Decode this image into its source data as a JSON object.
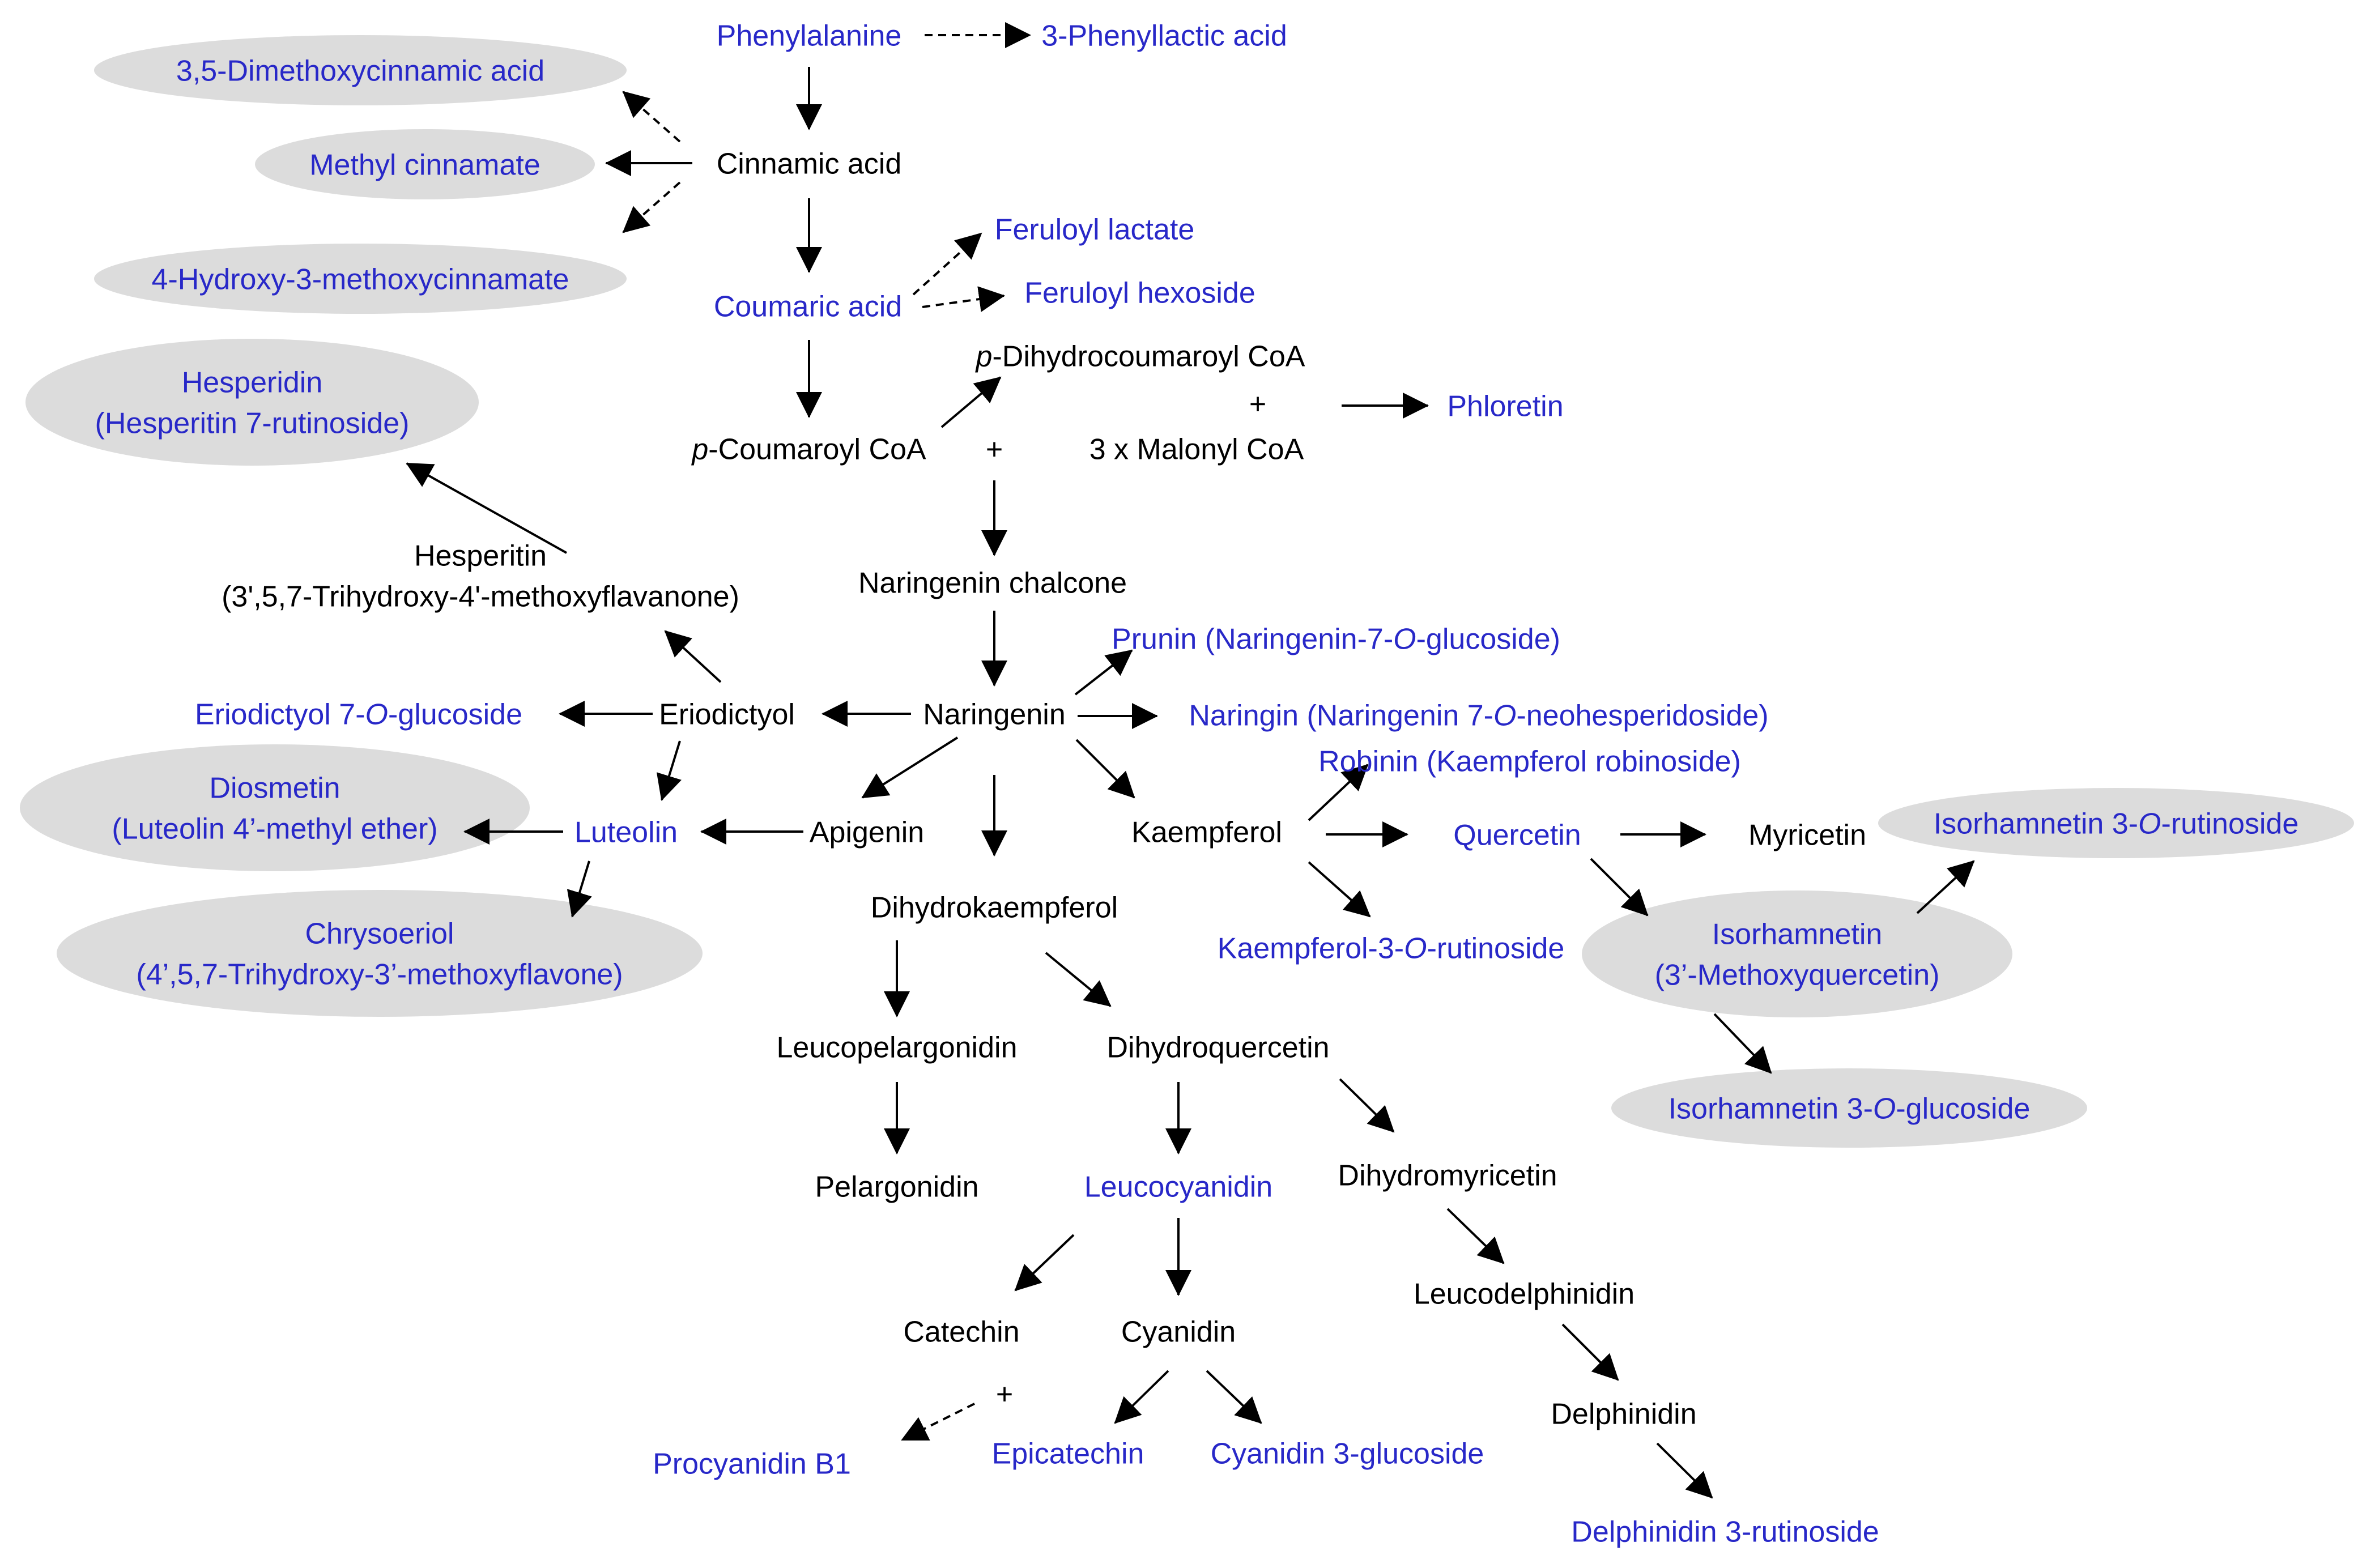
{
  "colors": {
    "identified": "#2828c8",
    "intermediate": "#000000",
    "highlight": "#dcdcdc",
    "arrow": "#000000"
  },
  "nodes": [
    {
      "id": "phenylalanine",
      "lines": [
        "Phenylalanine"
      ],
      "kind": "identified"
    },
    {
      "id": "phenyllactic",
      "lines": [
        "3-Phenyllactic acid"
      ],
      "kind": "identified"
    },
    {
      "id": "dimethoxycinnamic",
      "lines": [
        "3,5-Dimethoxycinnamic acid"
      ],
      "kind": "identified",
      "highlighted": true
    },
    {
      "id": "cinnamic",
      "lines": [
        "Cinnamic acid"
      ],
      "kind": "intermediate"
    },
    {
      "id": "methylcinnamate",
      "lines": [
        "Methyl  cinnamate"
      ],
      "kind": "identified",
      "highlighted": true
    },
    {
      "id": "hydroxymethoxycinnamate",
      "lines": [
        "4-Hydroxy-3-methoxycinnamate"
      ],
      "kind": "identified",
      "highlighted": true
    },
    {
      "id": "feruloyllactate",
      "lines": [
        "Feruloyl lactate"
      ],
      "kind": "identified"
    },
    {
      "id": "feruloylhexoside",
      "lines": [
        "Feruloyl hexoside"
      ],
      "kind": "identified"
    },
    {
      "id": "coumaric",
      "lines": [
        "Coumaric acid"
      ],
      "kind": "identified"
    },
    {
      "id": "dihydrocoumaroyl",
      "lines": [
        [
          {
            "t": "p",
            "i": true
          },
          {
            "t": "-Dihydrocoumaroyl CoA"
          }
        ]
      ],
      "kind": "intermediate"
    },
    {
      "id": "plus1",
      "lines": [
        "+"
      ],
      "kind": "intermediate"
    },
    {
      "id": "phloretin",
      "lines": [
        "Phloretin"
      ],
      "kind": "identified"
    },
    {
      "id": "hesperidin",
      "lines": [
        "Hesperidin",
        "(Hesperitin 7-rutinoside)"
      ],
      "kind": "identified",
      "highlighted": true
    },
    {
      "id": "coumaroylcoa",
      "lines": [
        [
          {
            "t": "p",
            "i": true
          },
          {
            "t": "-Coumaroyl CoA"
          }
        ]
      ],
      "kind": "intermediate"
    },
    {
      "id": "plus2",
      "lines": [
        "+"
      ],
      "kind": "intermediate"
    },
    {
      "id": "malonyl",
      "lines": [
        "3 x  Malonyl  CoA"
      ],
      "kind": "intermediate"
    },
    {
      "id": "hesperitin",
      "lines": [
        "Hesperitin",
        "(3',5,7-Trihydroxy-4'-methoxyflavanone)"
      ],
      "kind": "intermediate"
    },
    {
      "id": "chalcone",
      "lines": [
        "Naringenin chalcone"
      ],
      "kind": "intermediate"
    },
    {
      "id": "prunin",
      "lines": [
        [
          {
            "t": "Prunin (Naringenin-7-"
          },
          {
            "t": "O",
            "i": true
          },
          {
            "t": "-glucoside)"
          }
        ]
      ],
      "kind": "identified"
    },
    {
      "id": "eriodictyolglucoside",
      "lines": [
        [
          {
            "t": "Eriodictyol 7-"
          },
          {
            "t": "O",
            "i": true
          },
          {
            "t": "-glucoside"
          }
        ]
      ],
      "kind": "identified"
    },
    {
      "id": "eriodictyol",
      "lines": [
        "Eriodictyol"
      ],
      "kind": "intermediate"
    },
    {
      "id": "naringenin",
      "lines": [
        "Naringenin"
      ],
      "kind": "intermediate"
    },
    {
      "id": "naringin",
      "lines": [
        [
          {
            "t": "Naringin (Naringenin 7-"
          },
          {
            "t": "O",
            "i": true
          },
          {
            "t": "-neohesperidoside)"
          }
        ]
      ],
      "kind": "identified"
    },
    {
      "id": "robinin",
      "lines": [
        "Robinin (Kaempferol robinoside)"
      ],
      "kind": "identified"
    },
    {
      "id": "diosmetin",
      "lines": [
        "Diosmetin",
        "(Luteolin 4’-methyl ether)"
      ],
      "kind": "identified",
      "highlighted": true
    },
    {
      "id": "luteolin",
      "lines": [
        "Luteolin"
      ],
      "kind": "identified"
    },
    {
      "id": "apigenin",
      "lines": [
        "Apigenin"
      ],
      "kind": "intermediate"
    },
    {
      "id": "kaempferol",
      "lines": [
        "Kaempferol"
      ],
      "kind": "intermediate"
    },
    {
      "id": "quercetin",
      "lines": [
        "Quercetin"
      ],
      "kind": "identified"
    },
    {
      "id": "myricetin",
      "lines": [
        "Myricetin"
      ],
      "kind": "intermediate"
    },
    {
      "id": "isorhamnetinrutinoside",
      "lines": [
        [
          {
            "t": "Isorhamnetin 3-"
          },
          {
            "t": "O",
            "i": true
          },
          {
            "t": "-rutinoside"
          }
        ]
      ],
      "kind": "identified",
      "highlighted": true
    },
    {
      "id": "chrysoeriol",
      "lines": [
        "Chrysoeriol",
        "(4’,5,7-Trihydroxy-3’-methoxyflavone)"
      ],
      "kind": "identified",
      "highlighted": true
    },
    {
      "id": "dihydrokaempferol",
      "lines": [
        "Dihydrokaempferol"
      ],
      "kind": "intermediate"
    },
    {
      "id": "kaempferolrutinoside",
      "lines": [
        [
          {
            "t": "Kaempferol-3-"
          },
          {
            "t": "O",
            "i": true
          },
          {
            "t": "-rutinoside"
          }
        ]
      ],
      "kind": "identified"
    },
    {
      "id": "isorhamnetin",
      "lines": [
        "Isorhamnetin",
        "(3’-Methoxyquercetin)"
      ],
      "kind": "identified",
      "highlighted": true
    },
    {
      "id": "leucopelargonidin",
      "lines": [
        "Leucopelargonidin"
      ],
      "kind": "intermediate"
    },
    {
      "id": "dihydroquercetin",
      "lines": [
        "Dihydroquercetin"
      ],
      "kind": "intermediate"
    },
    {
      "id": "isorhamnetinglucoside",
      "lines": [
        [
          {
            "t": "Isorhamnetin 3-"
          },
          {
            "t": "O",
            "i": true
          },
          {
            "t": "-glucoside"
          }
        ]
      ],
      "kind": "identified",
      "highlighted": true
    },
    {
      "id": "pelargonidin",
      "lines": [
        "Pelargonidin"
      ],
      "kind": "intermediate"
    },
    {
      "id": "leucocyanidin",
      "lines": [
        "Leucocyanidin"
      ],
      "kind": "identified"
    },
    {
      "id": "dihydromyricetin",
      "lines": [
        "Dihydromyricetin"
      ],
      "kind": "intermediate"
    },
    {
      "id": "leucodelphinidin",
      "lines": [
        "Leucodelphinidin"
      ],
      "kind": "intermediate"
    },
    {
      "id": "catechin",
      "lines": [
        "Catechin"
      ],
      "kind": "intermediate"
    },
    {
      "id": "cyanidin",
      "lines": [
        "Cyanidin"
      ],
      "kind": "intermediate"
    },
    {
      "id": "plus3",
      "lines": [
        "+"
      ],
      "kind": "intermediate"
    },
    {
      "id": "delphinidin",
      "lines": [
        "Delphinidin"
      ],
      "kind": "intermediate"
    },
    {
      "id": "procyanidin",
      "lines": [
        "Procyanidin B1"
      ],
      "kind": "identified"
    },
    {
      "id": "epicatechin",
      "lines": [
        "Epicatechin"
      ],
      "kind": "identified"
    },
    {
      "id": "cyanidinglucoside",
      "lines": [
        "Cyanidin 3-glucoside"
      ],
      "kind": "identified"
    },
    {
      "id": "delphinidinrutinoside",
      "lines": [
        "Delphinidin 3-rutinoside"
      ],
      "kind": "identified"
    }
  ],
  "edges": [
    {
      "from": "phenylalanine",
      "to": "phenyllactic",
      "style": "dashed"
    },
    {
      "from": "phenylalanine",
      "to": "cinnamic",
      "style": "solid"
    },
    {
      "from": "cinnamic",
      "to": "dimethoxycinnamic",
      "style": "dashed"
    },
    {
      "from": "cinnamic",
      "to": "methylcinnamate",
      "style": "solid"
    },
    {
      "from": "cinnamic",
      "to": "hydroxymethoxycinnamate",
      "style": "dashed"
    },
    {
      "from": "cinnamic",
      "to": "coumaric",
      "style": "solid"
    },
    {
      "from": "coumaric",
      "to": "feruloyllactate",
      "style": "dashed"
    },
    {
      "from": "coumaric",
      "to": "feruloylhexoside",
      "style": "dashed"
    },
    {
      "from": "coumaric",
      "to": "coumaroylcoa",
      "style": "solid"
    },
    {
      "from": "coumaroylcoa",
      "to": "dihydrocoumaroyl",
      "style": "solid"
    },
    {
      "from": "dihydrocoumaroyl",
      "to": "phloretin",
      "style": "solid"
    },
    {
      "from": "coumaroylcoa",
      "to": "chalcone",
      "style": "solid"
    },
    {
      "from": "chalcone",
      "to": "naringenin",
      "style": "solid"
    },
    {
      "from": "naringenin",
      "to": "prunin",
      "style": "solid"
    },
    {
      "from": "naringenin",
      "to": "naringin",
      "style": "solid"
    },
    {
      "from": "naringenin",
      "to": "eriodictyol",
      "style": "solid"
    },
    {
      "from": "eriodictyol",
      "to": "eriodictyolglucoside",
      "style": "solid"
    },
    {
      "from": "eriodictyol",
      "to": "hesperitin",
      "style": "solid"
    },
    {
      "from": "hesperitin",
      "to": "hesperidin",
      "style": "solid"
    },
    {
      "from": "eriodictyol",
      "to": "luteolin",
      "style": "solid"
    },
    {
      "from": "naringenin",
      "to": "apigenin",
      "style": "solid"
    },
    {
      "from": "apigenin",
      "to": "luteolin",
      "style": "solid"
    },
    {
      "from": "luteolin",
      "to": "diosmetin",
      "style": "solid"
    },
    {
      "from": "luteolin",
      "to": "chrysoeriol",
      "style": "solid"
    },
    {
      "from": "naringenin",
      "to": "dihydrokaempferol",
      "style": "solid"
    },
    {
      "from": "naringenin",
      "to": "kaempferol",
      "style": "solid"
    },
    {
      "from": "kaempferol",
      "to": "robinin",
      "style": "solid"
    },
    {
      "from": "kaempferol",
      "to": "quercetin",
      "style": "solid"
    },
    {
      "from": "kaempferol",
      "to": "kaempferolrutinoside",
      "style": "solid"
    },
    {
      "from": "quercetin",
      "to": "myricetin",
      "style": "solid"
    },
    {
      "from": "quercetin",
      "to": "isorhamnetin",
      "style": "solid"
    },
    {
      "from": "isorhamnetin",
      "to": "isorhamnetinrutinoside",
      "style": "solid"
    },
    {
      "from": "isorhamnetin",
      "to": "isorhamnetinglucoside",
      "style": "solid"
    },
    {
      "from": "dihydrokaempferol",
      "to": "leucopelargonidin",
      "style": "solid"
    },
    {
      "from": "dihydrokaempferol",
      "to": "dihydroquercetin",
      "style": "solid"
    },
    {
      "from": "leucopelargonidin",
      "to": "pelargonidin",
      "style": "solid"
    },
    {
      "from": "dihydroquercetin",
      "to": "leucocyanidin",
      "style": "solid"
    },
    {
      "from": "dihydroquercetin",
      "to": "dihydromyricetin",
      "style": "solid"
    },
    {
      "from": "leucocyanidin",
      "to": "catechin",
      "style": "solid"
    },
    {
      "from": "leucocyanidin",
      "to": "cyanidin",
      "style": "solid"
    },
    {
      "from": "catechin",
      "to": "procyanidin",
      "style": "dashed"
    },
    {
      "from": "cyanidin",
      "to": "epicatechin",
      "style": "solid"
    },
    {
      "from": "cyanidin",
      "to": "cyanidinglucoside",
      "style": "solid"
    },
    {
      "from": "dihydromyricetin",
      "to": "leucodelphinidin",
      "style": "solid"
    },
    {
      "from": "leucodelphinidin",
      "to": "delphinidin",
      "style": "solid"
    },
    {
      "from": "delphinidin",
      "to": "delphinidinrutinoside",
      "style": "solid"
    }
  ]
}
